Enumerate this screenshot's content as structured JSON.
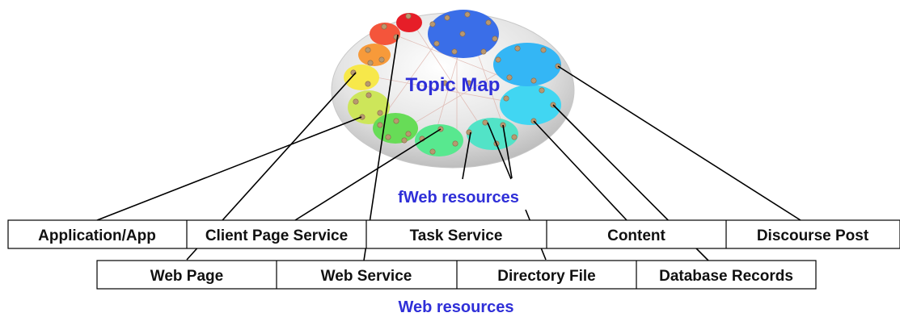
{
  "topic_map": {
    "title": "Topic Map",
    "cluster_colors": [
      "#e61e28",
      "#f4553b",
      "#f79a3a",
      "#f7e84a",
      "#cde65a",
      "#67dc57",
      "#58e88f",
      "#52e3c7",
      "#41d6f2",
      "#34b6f5",
      "#3a6ee8"
    ]
  },
  "fweb_resources": {
    "label": "fWeb resources",
    "items": [
      "Application/App",
      "Client Page Service",
      "Task Service",
      "Content",
      "Discourse Post"
    ]
  },
  "web_resources": {
    "label": "Web resources",
    "items": [
      "Web Page",
      "Web Service",
      "Directory File",
      "Database Records"
    ]
  },
  "colors": {
    "label_blue": "#2f2fd8",
    "line": "#000000",
    "box_border": "#000000",
    "node_dot": "#b89870"
  }
}
